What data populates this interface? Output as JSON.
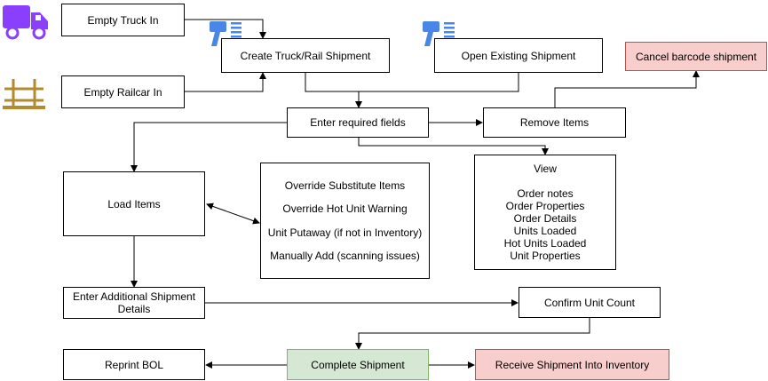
{
  "nodes": {
    "empty_truck_in": "Empty Truck In",
    "empty_railcar_in": "Empty Railcar In",
    "create_shipment": "Create Truck/Rail Shipment",
    "open_existing": "Open Existing Shipment",
    "cancel_barcode": "Cancel barcode shipment",
    "enter_required": "Enter required fields",
    "remove_items": "Remove Items",
    "load_items": "Load Items",
    "overrides": [
      "Override Substitute Items",
      "Override Hot Unit Warning",
      "Unit Putaway (if not in Inventory)",
      "Manually Add (scanning issues)"
    ],
    "view_title": "View",
    "view_items": [
      "Order notes",
      "Order Properties",
      "Order Details",
      "Units Loaded",
      "Hot Units Loaded",
      "Unit Properties"
    ],
    "enter_additional": "Enter Additional Shipment Details",
    "confirm_count": "Confirm Unit Count",
    "reprint_bol": "Reprint BOL",
    "complete_shipment": "Complete Shipment",
    "receive_inventory": "Receive Shipment Into Inventory"
  },
  "icons": [
    "truck-icon",
    "railcar-icon",
    "barcode-scanner-icon"
  ],
  "colors": {
    "truck": "#8a3ffc",
    "railcar": "#b5892e",
    "scanner": "#4a86e8",
    "red_fill": "#f8cecc",
    "red_border": "#b85450",
    "green_fill": "#d5e8d4",
    "green_border": "#82b366"
  }
}
